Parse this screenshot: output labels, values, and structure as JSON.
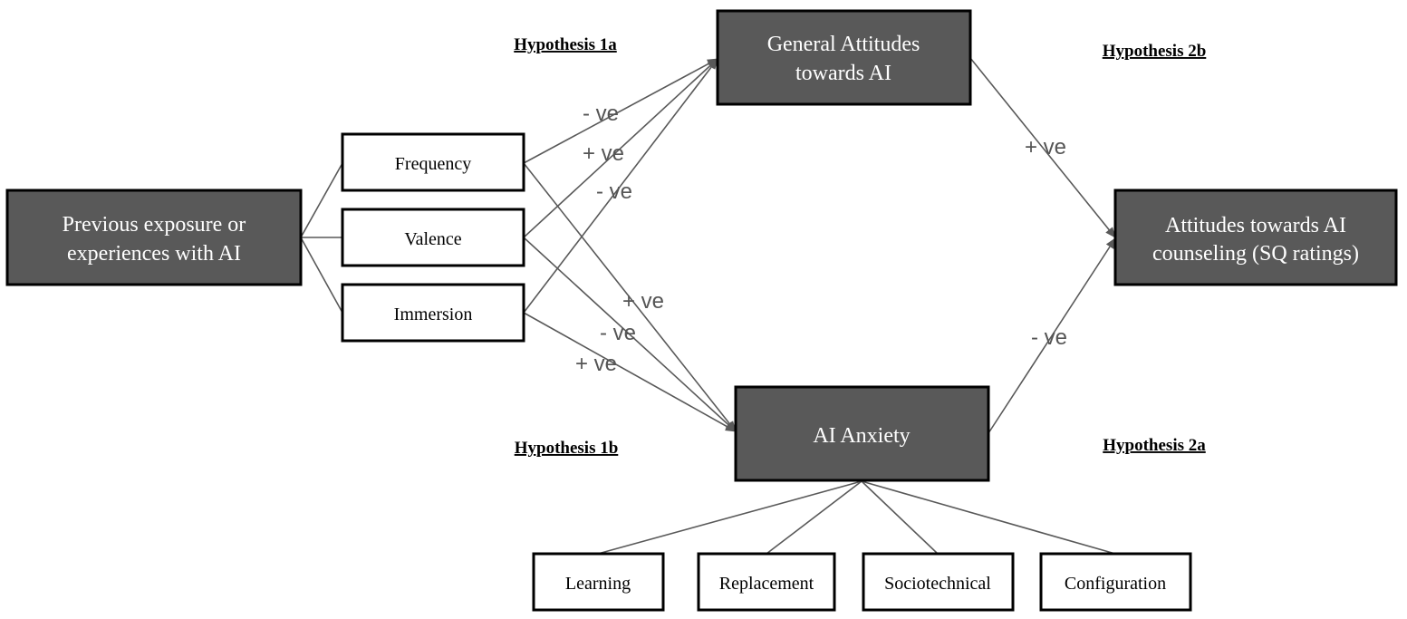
{
  "colors": {
    "dark_box": "#595959",
    "line": "#595959",
    "sign_text": "#555555"
  },
  "nodes": {
    "previous_exposure": {
      "line1": "Previous exposure or",
      "line2": "experiences with AI"
    },
    "frequency": "Frequency",
    "valence": "Valence",
    "immersion": "Immersion",
    "general_attitudes": {
      "line1": "General Attitudes",
      "line2": "towards AI"
    },
    "ai_anxiety": "AI Anxiety",
    "attitudes_counseling": {
      "line1": "Attitudes towards AI",
      "line2": "counseling (SQ ratings)"
    },
    "learning": "Learning",
    "replacement": "Replacement",
    "sociotechnical": "Sociotechnical",
    "configuration": "Configuration"
  },
  "hypotheses": {
    "h1a": "Hypothesis 1a",
    "h1b": "Hypothesis 1b",
    "h2a": "Hypothesis 2a",
    "h2b": "Hypothesis 2b"
  },
  "edge_labels": {
    "frequency_to_general": "- ve",
    "valence_to_general": "+ ve",
    "immersion_to_general": "- ve",
    "frequency_to_anxiety": "+ ve",
    "valence_to_anxiety": "- ve",
    "immersion_to_anxiety": "+ ve",
    "general_to_counseling": "+ ve",
    "anxiety_to_counseling": "- ve"
  }
}
